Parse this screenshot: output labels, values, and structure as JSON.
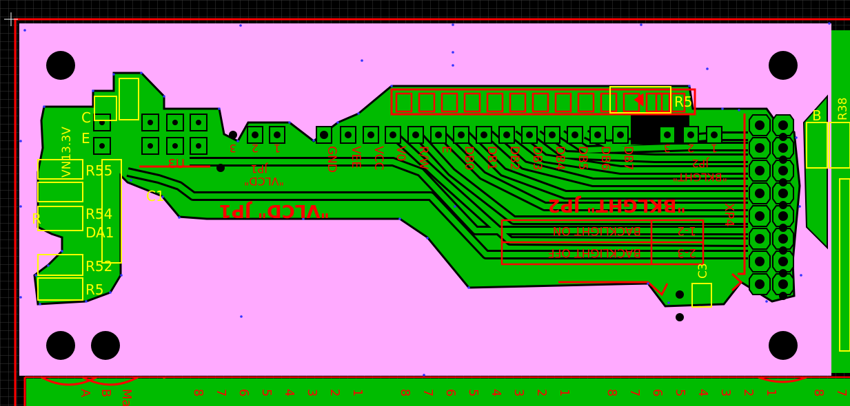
{
  "app": {
    "view": "pcb-layout"
  },
  "colors": {
    "background": "#000000",
    "grid": "#3a3a3a",
    "board": "#ffaaff",
    "copper": "#00bb00",
    "trace_outline": "#000000",
    "red_layer": "#ff0000",
    "silkscreen": "#ffff00",
    "hole": "#000000",
    "via_dot": "#3333ff"
  },
  "silkscreen": {
    "labels": {
      "c": "C",
      "e": "E",
      "vn33": "VN13.3V",
      "r55": "R55",
      "r54": "R54",
      "da1": "DA1",
      "r52": "R52",
      "r5x": "R5",
      "r_left": "R",
      "c1": "C1",
      "u3": "U3",
      "r5_top": "R5",
      "c3": "C3",
      "r38": "R38",
      "b_right": "B"
    },
    "mirrored": {
      "jp1_small_name": "JP1",
      "jp1_small_value": "\"VLCD\"",
      "jp1_big": "\"VLCD\"  JP1",
      "jp2_small_name": "JP2",
      "jp2_small_value": "\"BKLGHT\"",
      "jp2_big": "\"BKLGHT\"  JP2",
      "backlight_on_pins": "1-2",
      "backlight_on_text": "BACKLIGHT ON",
      "backlight_off_pins": "2-3",
      "backlight_off_text": "BACKLIGHT OFF",
      "xp": "XP4",
      "jp1_pins": [
        "3",
        "2",
        "1"
      ],
      "jp2_pins": [
        "3",
        "2",
        "1"
      ],
      "header_labels": [
        "GND",
        "VEE",
        "VCC",
        "V0",
        "R/W",
        "E",
        "DB0",
        "DB1",
        "DB2",
        "DB3",
        "DB4",
        "DB5",
        "DB6",
        "DB7"
      ],
      "bottom_numbers_1": [
        "8",
        "7",
        "6",
        "5",
        "4",
        "3",
        "2",
        "1"
      ],
      "bottom_numbers_2": [
        "8",
        "7",
        "6",
        "5",
        "4",
        "3",
        "2",
        "1"
      ],
      "bottom_numbers_3": [
        "8",
        "7",
        "6",
        "5",
        "4",
        "3",
        "2",
        "1"
      ],
      "bottom_numbers_4": [
        "8",
        "7"
      ],
      "bottom_left": [
        "A",
        "B",
        "Ma"
      ]
    }
  }
}
